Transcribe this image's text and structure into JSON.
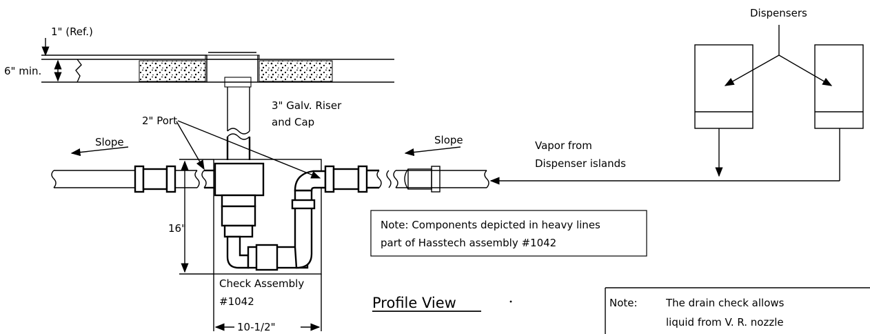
{
  "labels": {
    "dispensers": "Dispensers",
    "ref": "1\" (Ref.)",
    "min6": "6\" min.",
    "port": "2\" Port",
    "riser1": "3\" Galv. Riser",
    "riser2": "and Cap",
    "slope_left": "Slope",
    "slope_right": "Slope",
    "vapor1": "Vapor from",
    "vapor2": "Dispenser islands",
    "dim16": "16\"",
    "check1": "Check Assembly",
    "check2": "#1042",
    "dim_width": "10-1/2\"",
    "view_title": "Profile View"
  },
  "notes": {
    "heavy_line1": "Note: Components depicted in heavy lines",
    "heavy_line2": "part of Hasstech assembly #1042",
    "drain_label": "Note:",
    "drain_line1": "The drain check allows",
    "drain_line2": "liquid from V. R. nozzle"
  }
}
